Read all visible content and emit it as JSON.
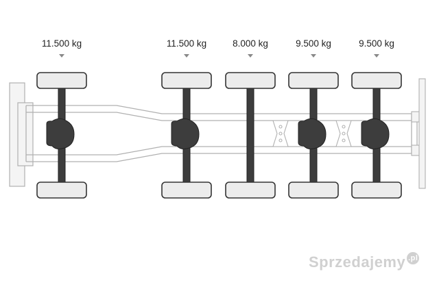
{
  "diagram": {
    "axles": [
      {
        "load": "11.500 kg"
      },
      {
        "load": "11.500 kg"
      },
      {
        "load": "8.000 kg"
      },
      {
        "load": "9.500 kg"
      },
      {
        "load": "9.500 kg"
      }
    ]
  },
  "colors": {
    "tire_fill": "#ececec",
    "axle_fill": "#3d3d3d",
    "frame_stroke": "#b0b0b0",
    "label_text": "#222222",
    "arrow": "#8a8a8a"
  },
  "watermark": {
    "text": "Sprzedajemy",
    "badge": ".pl"
  }
}
